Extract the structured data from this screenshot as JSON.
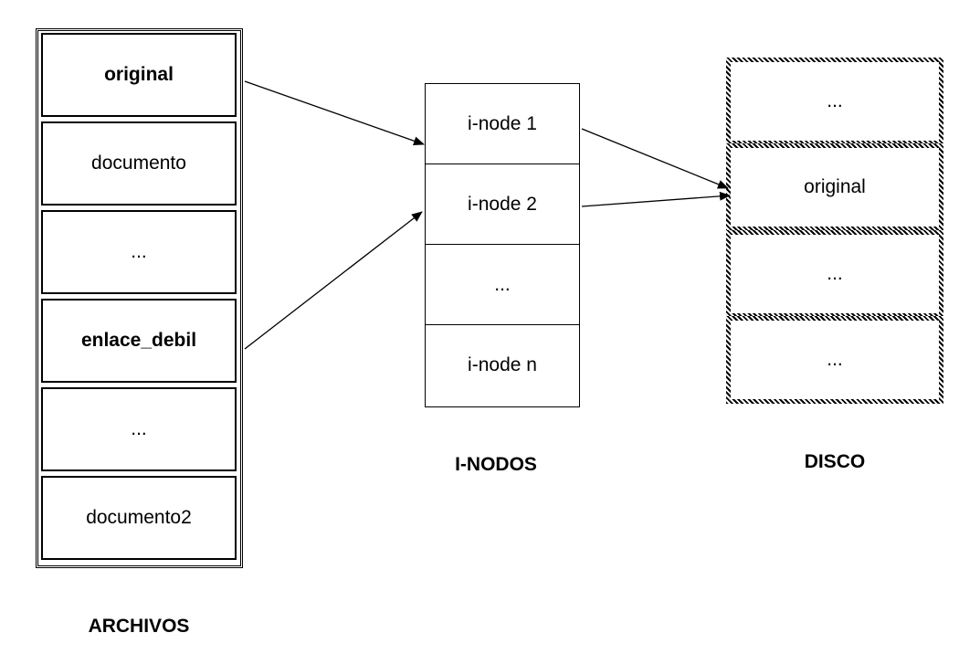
{
  "archivos": {
    "title": "ARCHIVOS",
    "cells": [
      "original",
      "documento",
      "...",
      "enlace_debil",
      "...",
      "documento2"
    ]
  },
  "inodos": {
    "title": "I-NODOS",
    "cells": [
      "i-node 1",
      "i-node 2",
      "...",
      "i-node n"
    ]
  },
  "disco": {
    "title": "DISCO",
    "cells": [
      "...",
      "original",
      "...",
      "..."
    ]
  }
}
